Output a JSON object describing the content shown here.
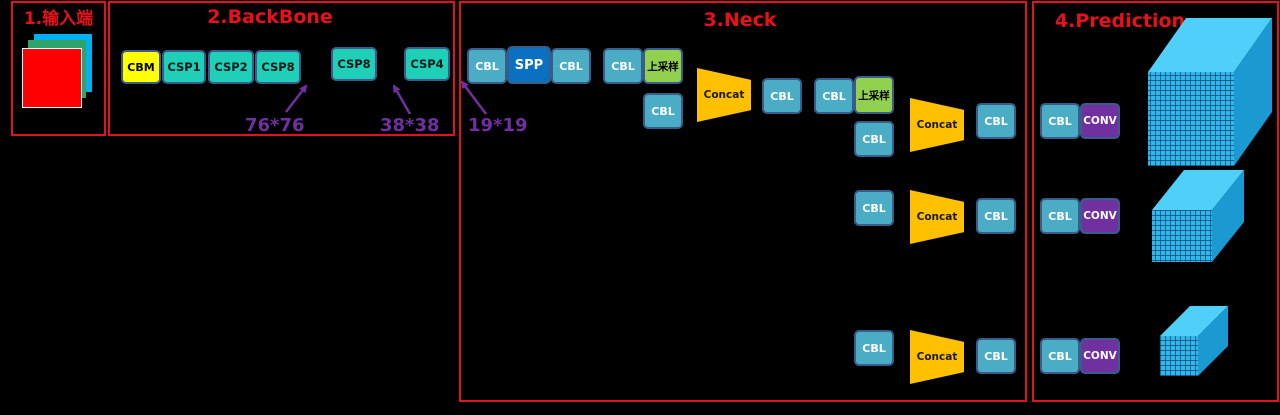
{
  "sections": {
    "input": "1.输入端",
    "backbone": "2.BackBone",
    "neck": "3.Neck",
    "prediction": "4.Prediction"
  },
  "backbone": {
    "cbm": "CBM",
    "csp1": "CSP1",
    "csp2": "CSP2",
    "csp8_a": "CSP8",
    "csp8_b": "CSP8",
    "csp4": "CSP4"
  },
  "dims": {
    "d76": "76*76",
    "d38": "38*38",
    "d19": "19*19"
  },
  "neck": {
    "cbl": "CBL",
    "spp": "SPP",
    "upsample": "上采样",
    "concat": "Concat"
  },
  "prediction": {
    "cbl": "CBL",
    "conv": "CONV"
  },
  "colors": {
    "frame": "#e0141c",
    "title": "#e8101a",
    "cbl": "#4bacc6",
    "csp": "#1fcfb8",
    "cbm": "#ffff00",
    "spp": "#0a70c0",
    "upsample": "#92d050",
    "concat": "#ffc000",
    "conv": "#7030a0",
    "dim_label": "#7030a0",
    "cube": "#2fb8e8"
  }
}
